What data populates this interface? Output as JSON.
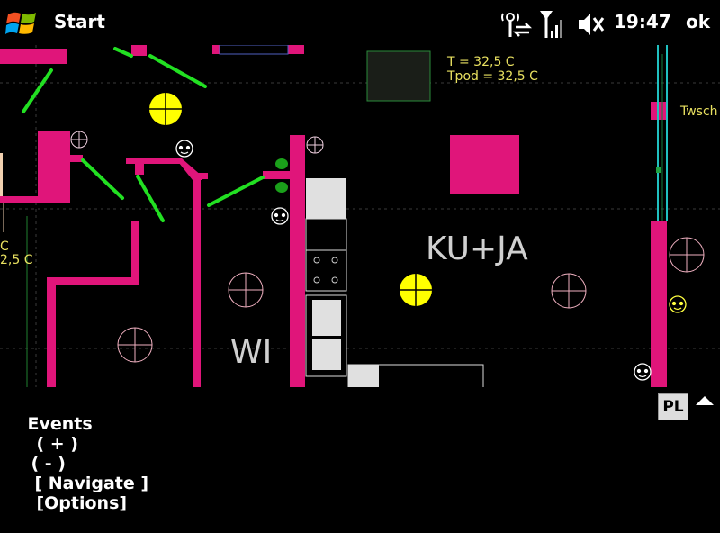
{
  "statusbar": {
    "start_label": "Start",
    "time": "19:47",
    "ok_label": "ok",
    "icons": [
      "windows-logo-icon",
      "connectivity-icon",
      "signal-icon",
      "volume-muted-icon"
    ]
  },
  "plan": {
    "temp_readout": [
      "T = 32,5 C",
      "Tpod = 32,5 C"
    ],
    "left_partial": [
      "C",
      "2,5 C"
    ],
    "right_partial": "Twsch",
    "room_ku": "KU+JA",
    "room_wi": "WI"
  },
  "menu": {
    "events": "Events",
    "plus": "( + )",
    "minus": "( - )",
    "navigate": "[ Navigate ]",
    "options": "[Options]",
    "lang": "PL"
  },
  "colors": {
    "wall": "#e0157a",
    "door": "#22e022",
    "lamp": "#ffff00",
    "text_temp": "#e8e060",
    "room_label": "#d0d0d0"
  }
}
